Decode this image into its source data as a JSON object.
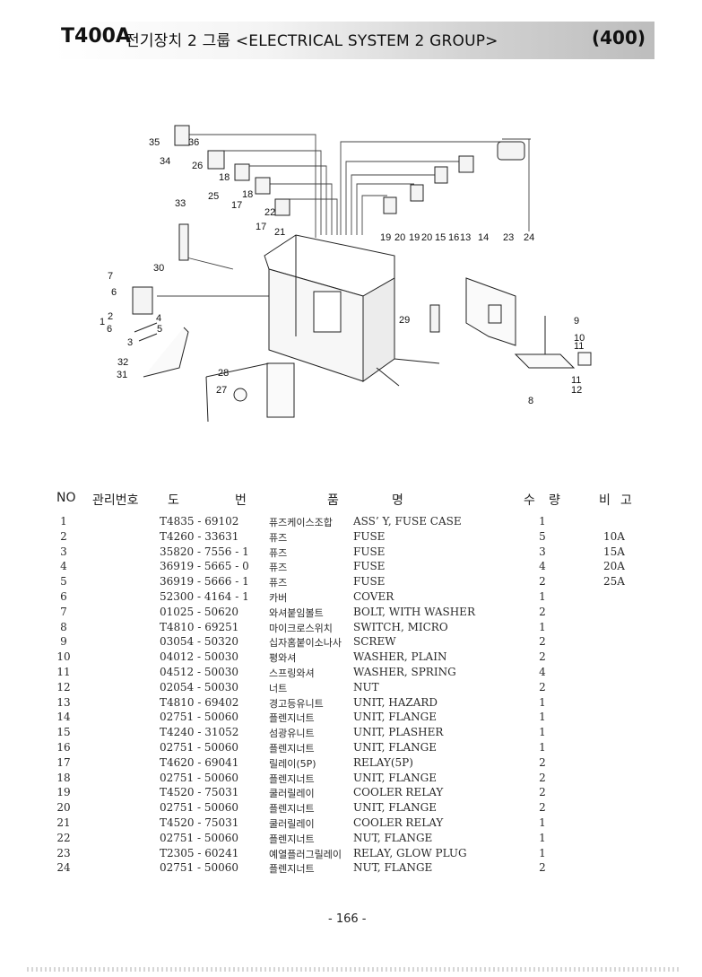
{
  "header": {
    "model": "T400A",
    "title": "전기장치 2 그룹 <ELECTRICAL SYSTEM 2 GROUP>",
    "page_code": "(400)"
  },
  "diagram_labels": [
    "35",
    "36",
    "34",
    "26",
    "33",
    "25",
    "18",
    "17",
    "18",
    "22",
    "17",
    "21",
    "30",
    "7",
    "6",
    "1",
    "2",
    "6",
    "4",
    "5",
    "3",
    "32",
    "31",
    "28",
    "27",
    "19",
    "20",
    "19",
    "20",
    "15",
    "16",
    "13",
    "14",
    "23",
    "24",
    "29",
    "9",
    "10",
    "11",
    "8",
    "11",
    "12"
  ],
  "table": {
    "headers": {
      "no": "NO",
      "mgmt": "관리번호",
      "drawing_1": "도",
      "drawing_2": "번",
      "name_1": "품",
      "name_2": "명",
      "qty_1": "수",
      "qty_2": "량",
      "remarks_1": "비",
      "remarks_2": "고"
    },
    "rows": [
      {
        "no": "1",
        "part": "T4835 - 69102",
        "name_kr": "퓨즈케이스조합",
        "name_en": "ASS’ Y, FUSE CASE",
        "qty": "1",
        "remarks": ""
      },
      {
        "no": "2",
        "part": "T4260 - 33631",
        "name_kr": "퓨즈",
        "name_en": "FUSE",
        "qty": "5",
        "remarks": "10A"
      },
      {
        "no": "3",
        "part": "35820 - 7556 - 1",
        "name_kr": "퓨즈",
        "name_en": "FUSE",
        "qty": "3",
        "remarks": "15A"
      },
      {
        "no": "4",
        "part": "36919 - 5665 - 0",
        "name_kr": "퓨즈",
        "name_en": "FUSE",
        "qty": "4",
        "remarks": "20A"
      },
      {
        "no": "5",
        "part": "36919 - 5666 - 1",
        "name_kr": "퓨즈",
        "name_en": "FUSE",
        "qty": "2",
        "remarks": "25A"
      },
      {
        "no": "6",
        "part": "52300 - 4164 - 1",
        "name_kr": "카버",
        "name_en": "COVER",
        "qty": "1",
        "remarks": ""
      },
      {
        "no": "7",
        "part": "01025 - 50620",
        "name_kr": "와셔붙임볼트",
        "name_en": "BOLT, WITH WASHER",
        "qty": "2",
        "remarks": ""
      },
      {
        "no": "8",
        "part": "T4810 - 69251",
        "name_kr": "마이크로스위치",
        "name_en": "SWITCH, MICRO",
        "qty": "1",
        "remarks": ""
      },
      {
        "no": "9",
        "part": "03054 - 50320",
        "name_kr": "십자홈붙이소나사",
        "name_en": "SCREW",
        "qty": "2",
        "remarks": ""
      },
      {
        "no": "10",
        "part": "04012 - 50030",
        "name_kr": "평와셔",
        "name_en": "WASHER, PLAIN",
        "qty": "2",
        "remarks": ""
      },
      {
        "no": "11",
        "part": "04512 - 50030",
        "name_kr": "스프링와셔",
        "name_en": "WASHER, SPRING",
        "qty": "4",
        "remarks": ""
      },
      {
        "no": "12",
        "part": "02054 - 50030",
        "name_kr": "너트",
        "name_en": "NUT",
        "qty": "2",
        "remarks": ""
      },
      {
        "no": "13",
        "part": "T4810 - 69402",
        "name_kr": "경고등유니트",
        "name_en": "UNIT, HAZARD",
        "qty": "1",
        "remarks": ""
      },
      {
        "no": "14",
        "part": "02751 - 50060",
        "name_kr": "플렌지너트",
        "name_en": "UNIT, FLANGE",
        "qty": "1",
        "remarks": ""
      },
      {
        "no": "15",
        "part": "T4240 - 31052",
        "name_kr": "섬광유니트",
        "name_en": "UNIT, PLASHER",
        "qty": "1",
        "remarks": ""
      },
      {
        "no": "16",
        "part": "02751 - 50060",
        "name_kr": "플렌지너트",
        "name_en": "UNIT, FLANGE",
        "qty": "1",
        "remarks": ""
      },
      {
        "no": "17",
        "part": "T4620 - 69041",
        "name_kr": "릴레이(5P)",
        "name_en": "RELAY(5P)",
        "qty": "2",
        "remarks": ""
      },
      {
        "no": "18",
        "part": "02751 - 50060",
        "name_kr": "플렌지너트",
        "name_en": "UNIT, FLANGE",
        "qty": "2",
        "remarks": ""
      },
      {
        "no": "19",
        "part": "T4520 - 75031",
        "name_kr": "쿨러릴레이",
        "name_en": "COOLER RELAY",
        "qty": "2",
        "remarks": ""
      },
      {
        "no": "20",
        "part": "02751 - 50060",
        "name_kr": "플렌지너트",
        "name_en": "UNIT, FLANGE",
        "qty": "2",
        "remarks": ""
      },
      {
        "no": "21",
        "part": "T4520 - 75031",
        "name_kr": "쿨러릴레이",
        "name_en": "COOLER RELAY",
        "qty": "1",
        "remarks": ""
      },
      {
        "no": "22",
        "part": "02751 - 50060",
        "name_kr": "플렌지너트",
        "name_en": "NUT, FLANGE",
        "qty": "1",
        "remarks": ""
      },
      {
        "no": "23",
        "part": "T2305 - 60241",
        "name_kr": "예열플러그릴레이",
        "name_en": "RELAY, GLOW PLUG",
        "qty": "1",
        "remarks": ""
      },
      {
        "no": "24",
        "part": "02751 - 50060",
        "name_kr": "플렌지너트",
        "name_en": "NUT, FLANGE",
        "qty": "2",
        "remarks": ""
      }
    ]
  },
  "footer": {
    "page_number": "- 166 -"
  }
}
